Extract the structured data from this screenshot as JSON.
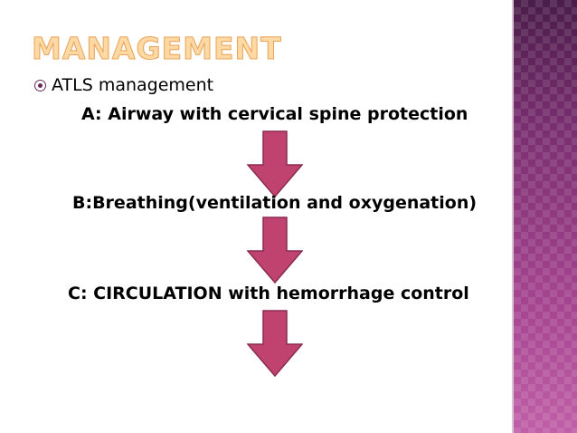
{
  "slide": {
    "title": "MANAGEMENT",
    "bullet": {
      "icon": "circle-bullet-icon",
      "text": "ATLS management"
    },
    "steps": [
      {
        "text": "A: Airway with cervical spine protection"
      },
      {
        "text": "B:Breathing(ventilation and oxygenation)"
      },
      {
        "text": "C: CIRCULATION with hemorrhage control"
      }
    ],
    "arrows": {
      "icon": "down-arrow-icon",
      "fill": "#c0436f",
      "stroke": "#8a2b50"
    }
  },
  "colors": {
    "title_fill": "#ffd9a3",
    "title_outline": "#e8a35a",
    "accent_bar": "#9c3f86",
    "bullet": "#6b2a5e",
    "text": "#000000"
  }
}
